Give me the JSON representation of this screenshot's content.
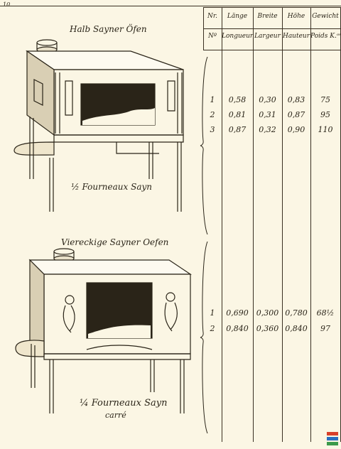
{
  "page_number": "10.",
  "sections": [
    {
      "title": "Halb Sayner Öfen",
      "caption": "½ Fourneaux Sayn"
    },
    {
      "title": "Viereckige Sayner Oefen",
      "caption_line1": "¼ Fourneaux Sayn",
      "caption_line2": "carré"
    }
  ],
  "table": {
    "headers_de": [
      "Nr.",
      "Länge",
      "Breite",
      "Höhe",
      "Gewicht"
    ],
    "headers_fr": [
      "Nº",
      "Longueur",
      "Largeur",
      "Hauteur",
      "Poids K.ᵒˢ"
    ],
    "group1": [
      [
        "1",
        "0,58",
        "0,30",
        "0,83",
        "75"
      ],
      [
        "2",
        "0,81",
        "0,31",
        "0,87",
        "95"
      ],
      [
        "3",
        "0,87",
        "0,32",
        "0,90",
        "110"
      ]
    ],
    "group2": [
      [
        "1",
        "0,690",
        "0,300",
        "0,780",
        "68½"
      ],
      [
        "2",
        "0,840",
        "0,360",
        "0,840",
        "97"
      ]
    ]
  },
  "logo_colors": [
    "#d8402a",
    "#2a6fc0",
    "#3c9a4a"
  ]
}
